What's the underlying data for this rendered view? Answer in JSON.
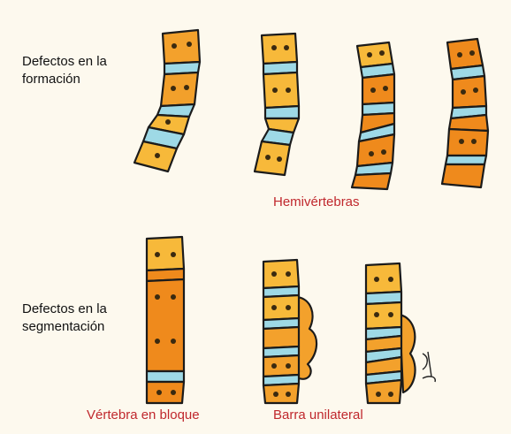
{
  "labels": {
    "formation_line1": "Defectos en la",
    "formation_line2": "formación",
    "segmentation_line1": "Defectos en la",
    "segmentation_line2": "segmentación"
  },
  "captions": {
    "hemivertebrae": "Hemivértebras",
    "block_vertebra": "Vértebra en bloque",
    "unilateral_bar": "Barra unilateral"
  },
  "colors": {
    "background": "#fdf9ee",
    "vertebra_light": "#f7b93a",
    "vertebra_dark": "#ef8a1c",
    "disc": "#9ed9e6",
    "outline": "#1b1b1b",
    "caption": "#c0282d"
  }
}
